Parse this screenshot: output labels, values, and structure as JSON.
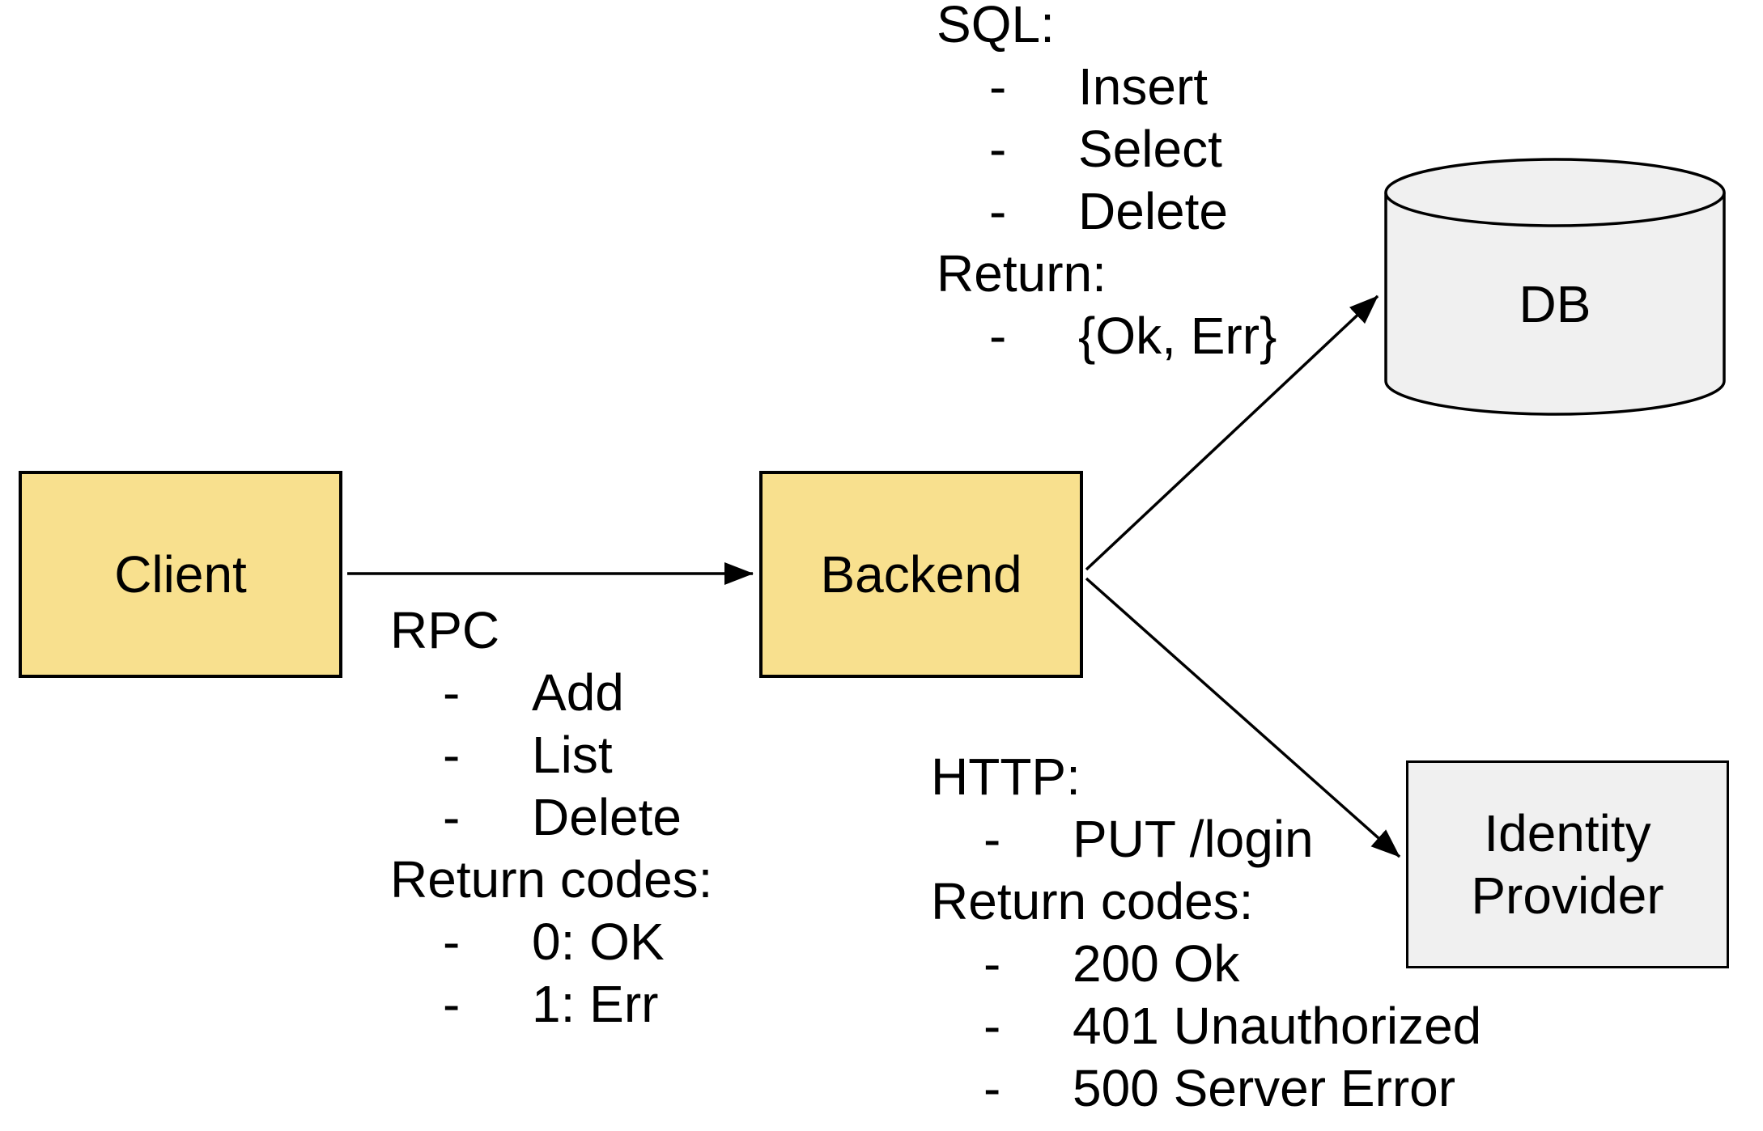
{
  "bullet_char": "-",
  "nodes": {
    "client": {
      "label": "Client"
    },
    "backend": {
      "label": "Backend"
    },
    "db": {
      "label": "DB"
    },
    "identity_provider": {
      "label": "Identity Provider"
    }
  },
  "annotations": {
    "rpc": {
      "title": "RPC",
      "items": [
        "Add",
        "List",
        "Delete"
      ],
      "return_title": "Return codes:",
      "return_items": [
        "0: OK",
        "1: Err"
      ]
    },
    "sql": {
      "title": "SQL:",
      "items": [
        "Insert",
        "Select",
        "Delete"
      ],
      "return_title": "Return:",
      "return_items": [
        "{Ok, Err}"
      ]
    },
    "http": {
      "title": "HTTP:",
      "items": [
        "PUT /login"
      ],
      "return_title": "Return codes:",
      "return_items": [
        "200 Ok",
        "401 Unauthorized",
        "500 Server Error"
      ]
    }
  },
  "colors": {
    "background": "#ffffff",
    "node-yellow": "#F8E08E",
    "node-gray": "#F0F0F0",
    "stroke": "#000000",
    "text": "#000000"
  }
}
